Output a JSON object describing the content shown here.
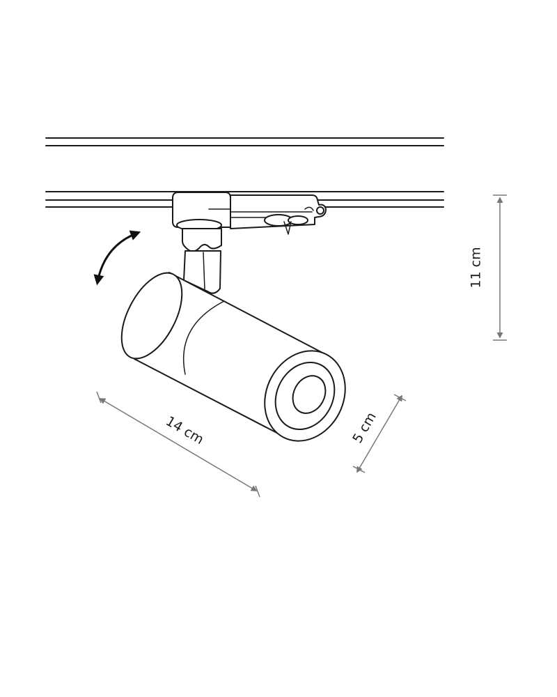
{
  "dimensions": {
    "height_label": "11 cm",
    "length_label": "14 cm",
    "diameter_label": "5 cm"
  },
  "colors": {
    "line": "#1a1a1a",
    "dimension_line": "#777777",
    "background": "#ffffff"
  },
  "icons": {
    "rotation": "rotation-arrow-icon"
  }
}
